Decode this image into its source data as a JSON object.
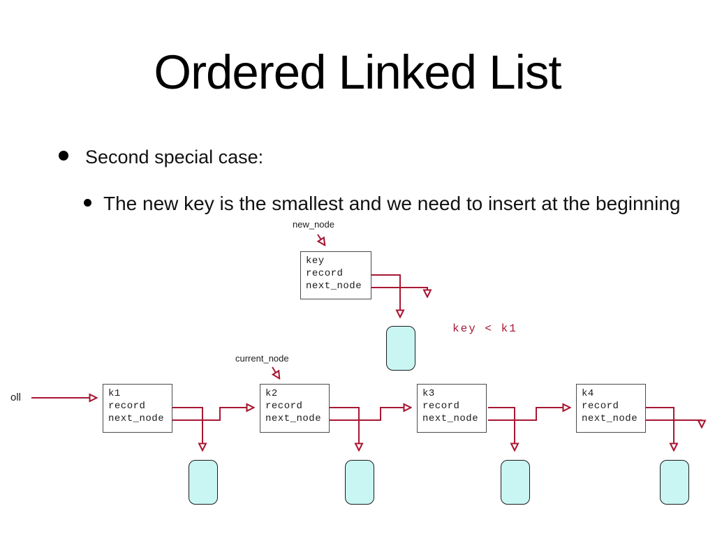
{
  "slide": {
    "title": "Ordered Linked List",
    "bullet1": "Second special case:",
    "bullet2": "The new key is the smallest and we need to insert at the beginning"
  },
  "diagram": {
    "colors": {
      "arrow": "#a81733",
      "record_box_fill": "#c9f6f2",
      "node_border": "#4a4a4a",
      "text": "#000000"
    },
    "labels": {
      "new_node_pointer": "new_node",
      "current_node_pointer": "current_node",
      "list_head_pointer": "oll",
      "condition": "key < k1"
    },
    "new_node": {
      "rows": [
        "key",
        "record",
        "next_node"
      ]
    },
    "list_nodes": [
      {
        "rows": [
          "k1",
          "record",
          "next_node"
        ]
      },
      {
        "rows": [
          "k2",
          "record",
          "next_node"
        ]
      },
      {
        "rows": [
          "k3",
          "record",
          "next_node"
        ]
      },
      {
        "rows": [
          "k4",
          "record",
          "next_node"
        ]
      }
    ]
  }
}
